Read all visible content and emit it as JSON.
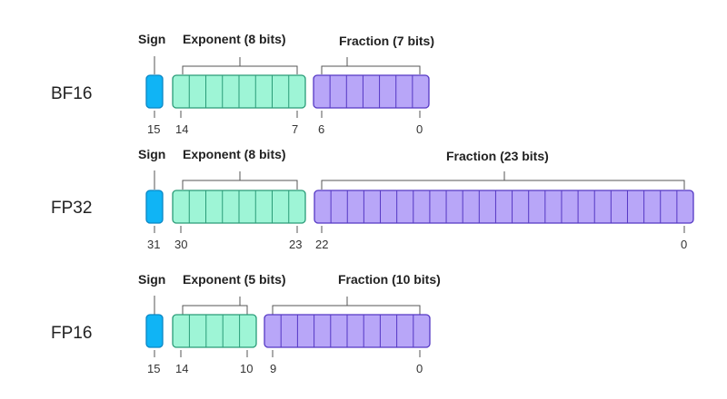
{
  "colors": {
    "sign_fill": "#10b4f5",
    "sign_stroke": "#0a86c4",
    "exponent_fill": "#9ef5d6",
    "exponent_stroke": "#2a9c78",
    "fraction_fill": "#b8a6f8",
    "fraction_stroke": "#5538c4"
  },
  "formats": [
    {
      "name": "BF16",
      "sign": {
        "label": "Sign",
        "bits": 1,
        "index": "15"
      },
      "exponent": {
        "label": "Exponent (8 bits)",
        "bits": 8,
        "start_index": "14",
        "end_index": "7"
      },
      "fraction": {
        "label": "Fraction (7 bits)",
        "bits": 7,
        "start_index": "6",
        "end_index": "0"
      }
    },
    {
      "name": "FP32",
      "sign": {
        "label": "Sign",
        "bits": 1,
        "index": "31"
      },
      "exponent": {
        "label": "Exponent (8 bits)",
        "bits": 8,
        "start_index": "30",
        "end_index": "23"
      },
      "fraction": {
        "label": "Fraction (23 bits)",
        "bits": 23,
        "start_index": "22",
        "end_index": "0"
      }
    },
    {
      "name": "FP16",
      "sign": {
        "label": "Sign",
        "bits": 1,
        "index": "15"
      },
      "exponent": {
        "label": "Exponent (5 bits)",
        "bits": 5,
        "start_index": "14",
        "end_index": "10"
      },
      "fraction": {
        "label": "Fraction (10 bits)",
        "bits": 10,
        "start_index": "9",
        "end_index": "0"
      }
    }
  ]
}
